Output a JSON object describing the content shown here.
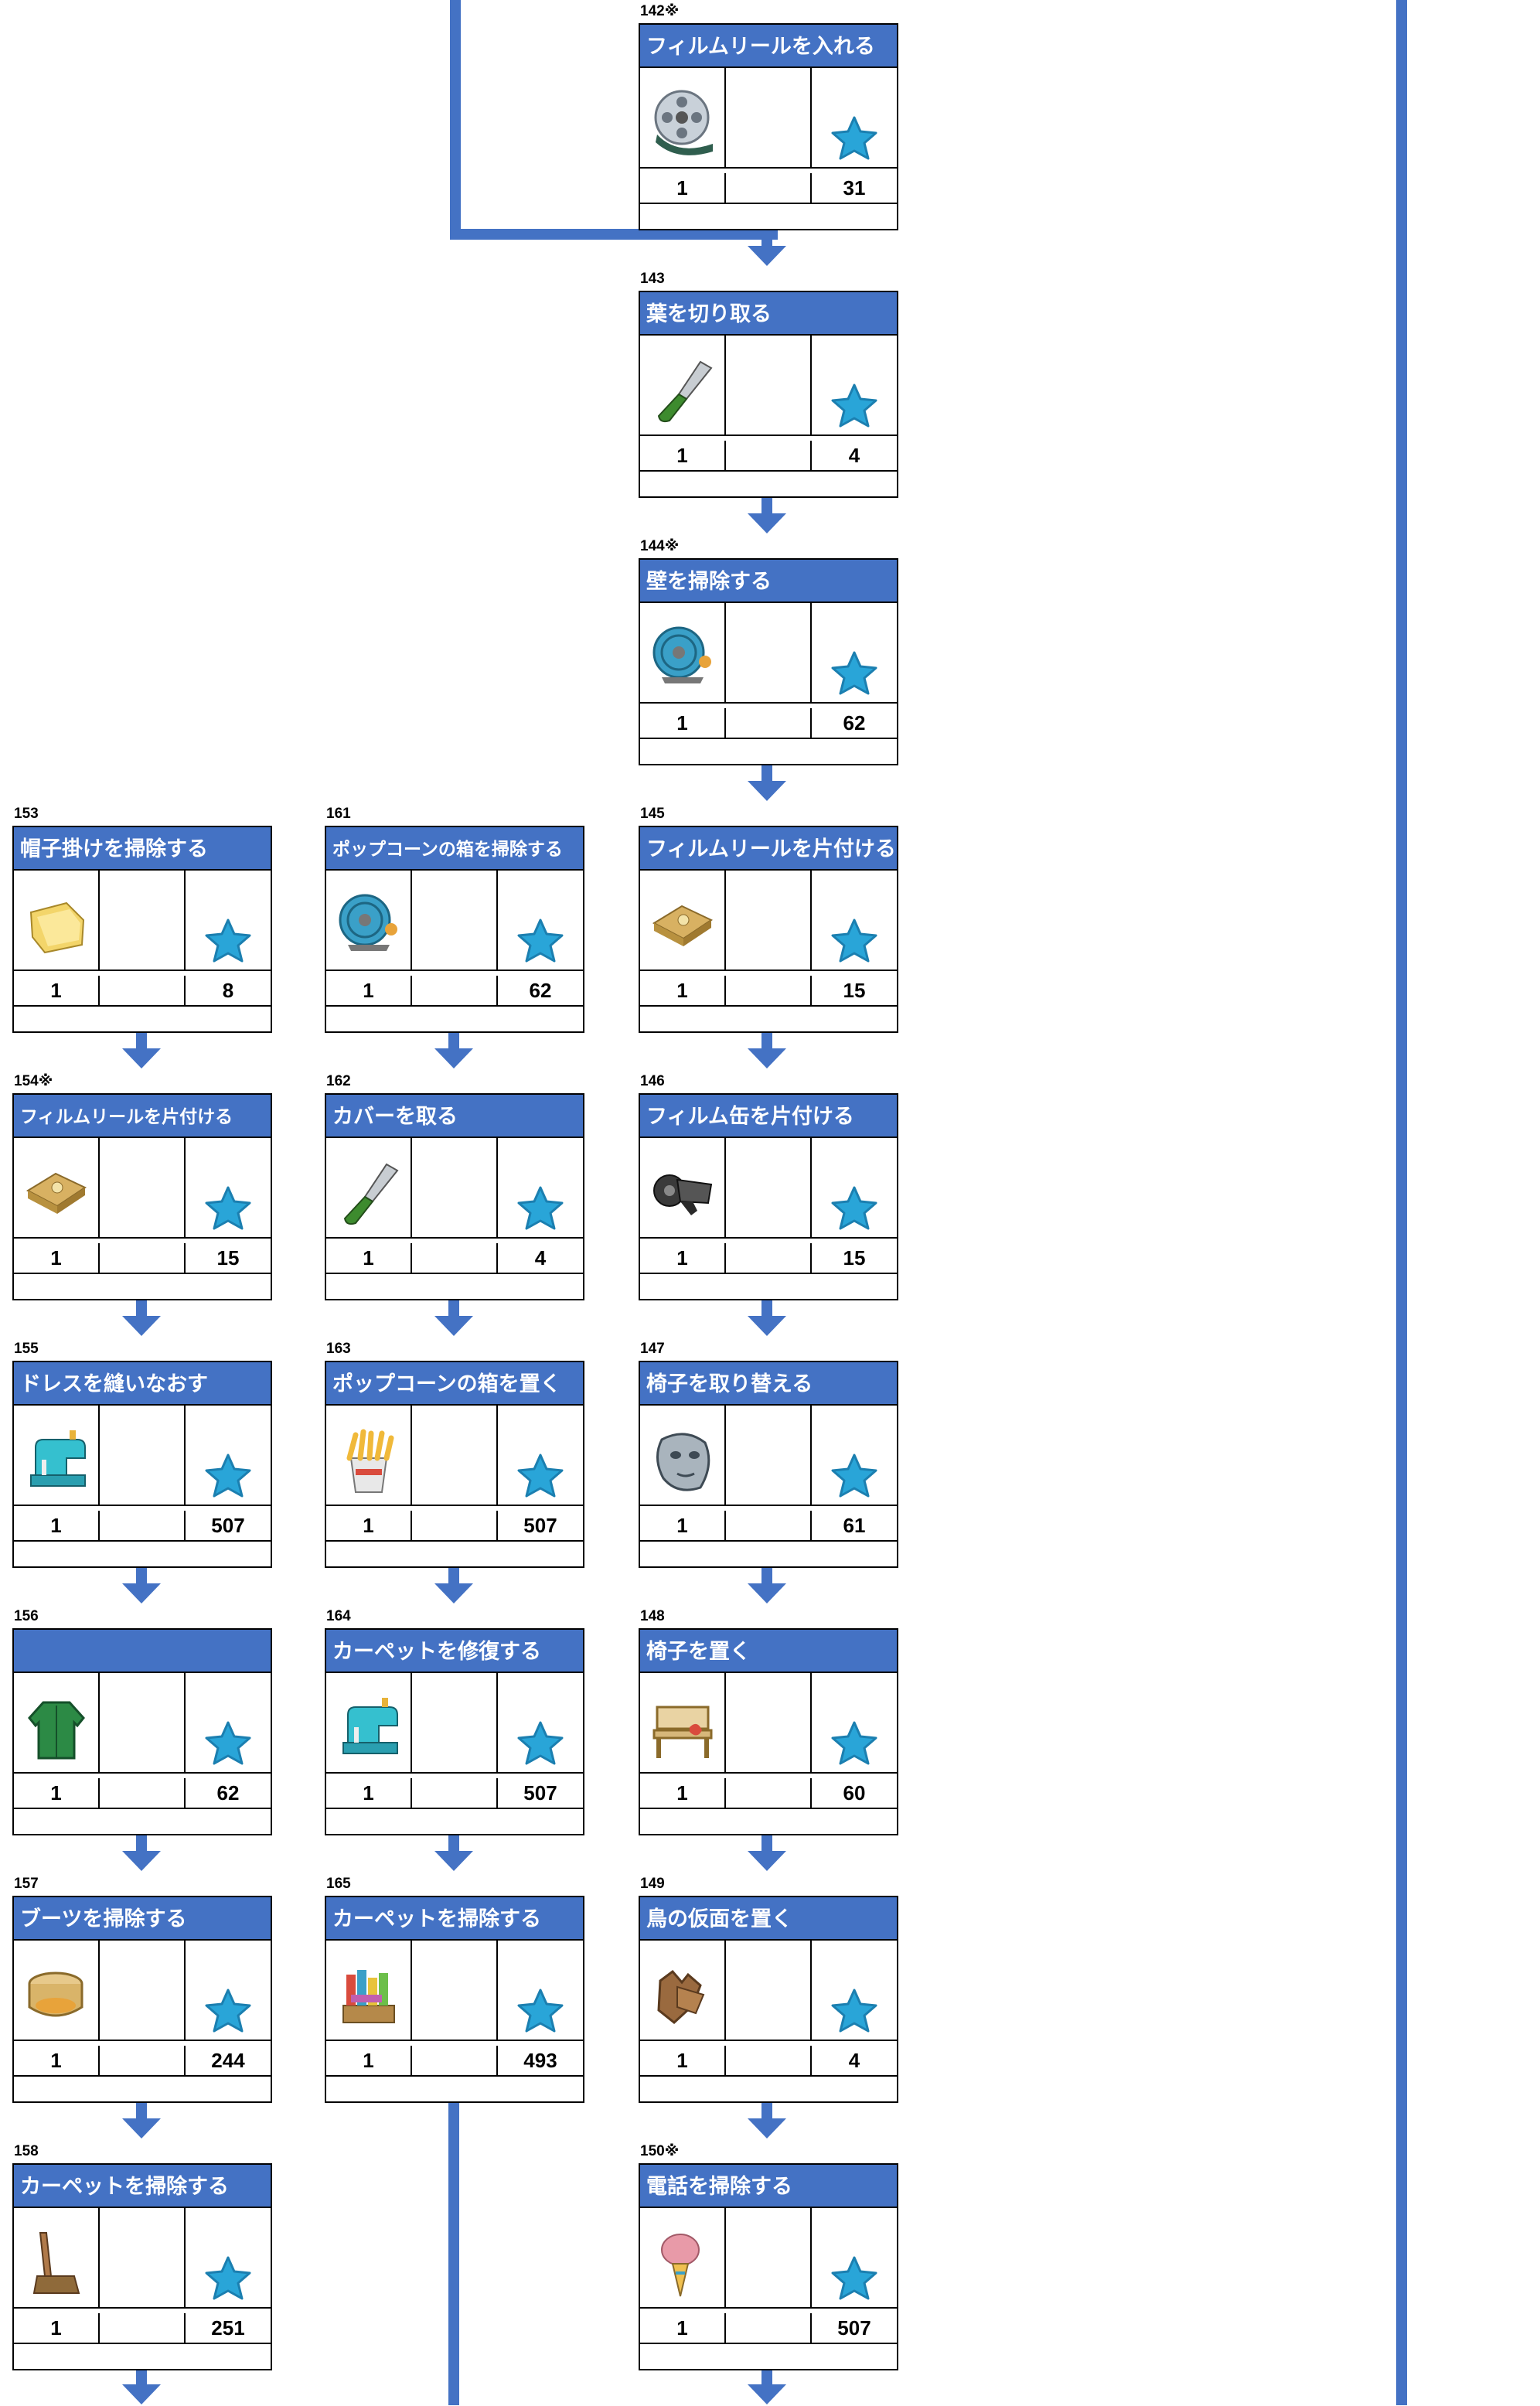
{
  "colors": {
    "accent": "#4472c4",
    "star": "#29a5d8",
    "line": "#000000"
  },
  "cards": [
    {
      "number": "142※",
      "title": "フィルムリールを入れる",
      "icon": "film-reel-icon",
      "qty": "1",
      "reward": "31"
    },
    {
      "number": "143",
      "title": "葉を切り取る",
      "icon": "knife-icon",
      "qty": "1",
      "reward": "4"
    },
    {
      "number": "144※",
      "title": "壁を掃除する",
      "icon": "hose-reel-icon",
      "qty": "1",
      "reward": "62"
    },
    {
      "number": "153",
      "title": "帽子掛けを掃除する",
      "icon": "cloth-icon",
      "qty": "1",
      "reward": "8"
    },
    {
      "number": "161",
      "title": "ポップコーンの箱を掃除する",
      "icon": "hose-reel-icon",
      "qty": "1",
      "reward": "62"
    },
    {
      "number": "145",
      "title": "フィルムリールを片付ける",
      "icon": "folded-cloth-icon",
      "qty": "1",
      "reward": "15"
    },
    {
      "number": "154※",
      "title": "フィルムリールを片付ける",
      "icon": "folded-cloth-icon",
      "qty": "1",
      "reward": "15"
    },
    {
      "number": "162",
      "title": "カバーを取る",
      "icon": "knife-icon",
      "qty": "1",
      "reward": "4"
    },
    {
      "number": "146",
      "title": "フィルム缶を片付ける",
      "icon": "tape-icon",
      "qty": "1",
      "reward": "15"
    },
    {
      "number": "155",
      "title": "ドレスを縫いなおす",
      "icon": "sewing-machine-icon",
      "qty": "1",
      "reward": "507"
    },
    {
      "number": "163",
      "title": "ポップコーンの箱を置く",
      "icon": "popcorn-icon",
      "qty": "1",
      "reward": "507"
    },
    {
      "number": "147",
      "title": "椅子を取り替える",
      "icon": "stone-mask-icon",
      "qty": "1",
      "reward": "61"
    },
    {
      "number": "156",
      "title": "",
      "icon": "green-jacket-icon",
      "qty": "1",
      "reward": "62"
    },
    {
      "number": "164",
      "title": "カーペットを修復する",
      "icon": "sewing-machine-icon",
      "qty": "1",
      "reward": "507"
    },
    {
      "number": "148",
      "title": "椅子を置く",
      "icon": "bench-icon",
      "qty": "1",
      "reward": "60"
    },
    {
      "number": "157",
      "title": "ブーツを掃除する",
      "icon": "polish-tin-icon",
      "qty": "1",
      "reward": "244"
    },
    {
      "number": "165",
      "title": "カーペットを掃除する",
      "icon": "fabric-rolls-icon",
      "qty": "1",
      "reward": "493"
    },
    {
      "number": "149",
      "title": "鳥の仮面を置く",
      "icon": "gloves-icon",
      "qty": "1",
      "reward": "4"
    },
    {
      "number": "158",
      "title": "カーペットを掃除する",
      "icon": "broom-icon",
      "qty": "1",
      "reward": "251"
    },
    {
      "number": "150※",
      "title": "電話を掃除する",
      "icon": "feather-duster-icon",
      "qty": "1",
      "reward": "507"
    }
  ]
}
